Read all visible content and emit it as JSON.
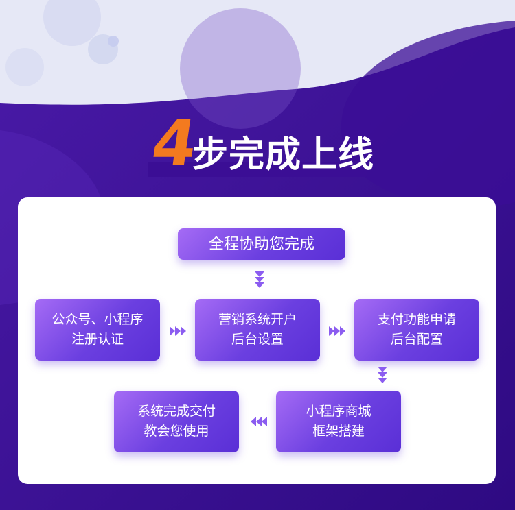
{
  "headline": {
    "number": "4",
    "text": "步完成上线"
  },
  "steps": {
    "top": "全程协助您完成",
    "items": [
      {
        "line1": "公众号、小程序",
        "line2": "注册认证"
      },
      {
        "line1": "营销系统开户",
        "line2": "后台设置"
      },
      {
        "line1": "支付功能申请",
        "line2": "后台配置"
      },
      {
        "line1": "小程序商城",
        "line2": "框架搭建"
      },
      {
        "line1": "系统完成交付",
        "line2": "教会您使用"
      }
    ]
  },
  "colors": {
    "background": "#3a1390",
    "number": "#f37a1f",
    "step_start": "#a56bf5",
    "step_end": "#5a2fd6",
    "card": "#ffffff"
  },
  "icons": [
    "arrow-down-icon",
    "arrow-right-icon",
    "arrow-left-icon"
  ]
}
